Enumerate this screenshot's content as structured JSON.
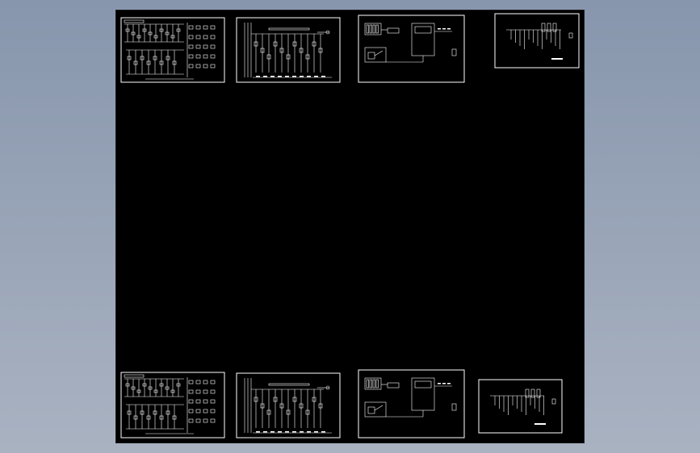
{
  "viewport": {
    "background_colors": [
      "#8796ad",
      "#a9b2c1"
    ],
    "canvas_color": "#000000",
    "line_color": "#ffffff"
  },
  "sheets": [
    {
      "id": "sheet-1",
      "kind": "control-circuit"
    },
    {
      "id": "sheet-2",
      "kind": "main-circuit"
    },
    {
      "id": "sheet-3",
      "kind": "equipment-layout"
    },
    {
      "id": "sheet-4",
      "kind": "terminal-diagram"
    },
    {
      "id": "sheet-5",
      "kind": "control-circuit"
    },
    {
      "id": "sheet-6",
      "kind": "main-circuit"
    },
    {
      "id": "sheet-7",
      "kind": "equipment-layout"
    },
    {
      "id": "sheet-8",
      "kind": "terminal-diagram"
    }
  ]
}
